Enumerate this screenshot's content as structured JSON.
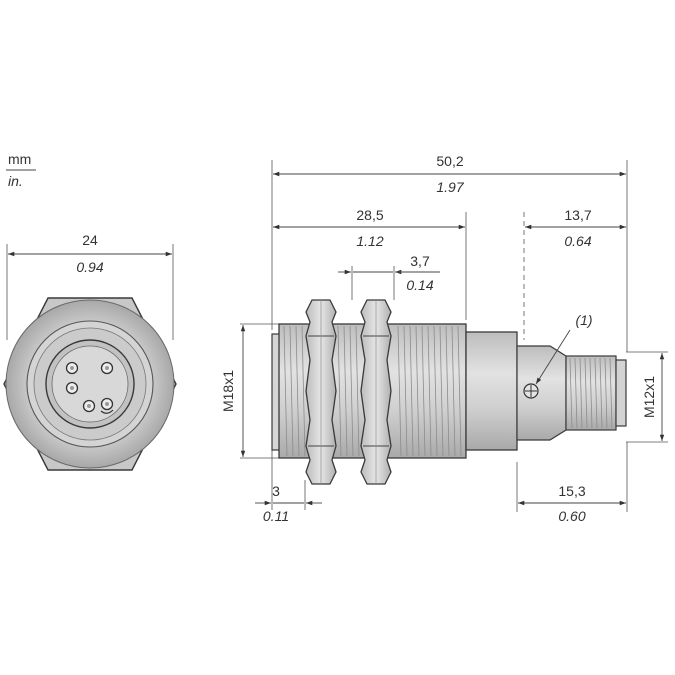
{
  "units": {
    "metric": "mm",
    "imperial": "in."
  },
  "end_view": {
    "width": {
      "mm": "24",
      "in": "0.94"
    }
  },
  "side_view": {
    "overall_length": {
      "mm": "50,2",
      "in": "1.97"
    },
    "thread_length": {
      "mm": "28,5",
      "in": "1.12"
    },
    "nut_thickness": {
      "mm": "3,7",
      "in": "0.14"
    },
    "connector_length": {
      "mm": "13,7",
      "in": "0.64"
    },
    "nut_offset": {
      "mm": "3",
      "in": "0.11"
    },
    "rear_length": {
      "mm": "15,3",
      "in": "0.60"
    },
    "body_thread": "M18x1",
    "connector_thread": "M12x1",
    "callout": "(1)"
  },
  "colors": {
    "body": "#cfcfcf",
    "body_dark": "#9a9a9a",
    "line": "#3a3a3a"
  }
}
